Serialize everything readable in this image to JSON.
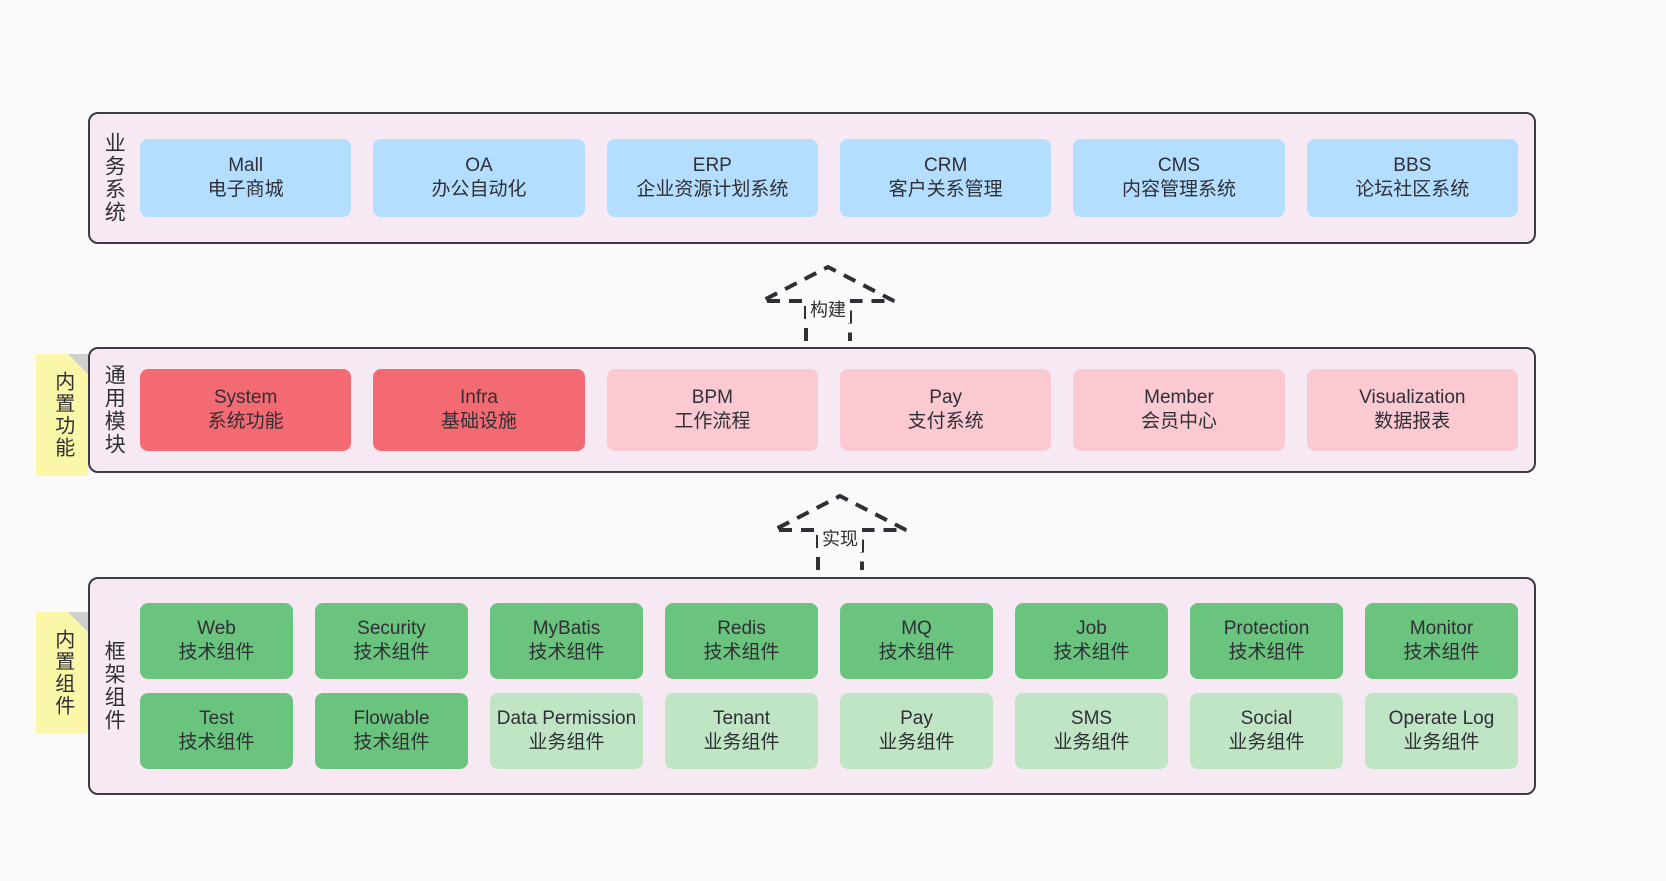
{
  "diagram": {
    "background": "#fafafa",
    "panel_bg": "#f7e9f4",
    "panel_border": "#3c3c44",
    "note_bg": "#fbf7a8",
    "colors": {
      "business": "#b3deff",
      "module_strong": "#f46a72",
      "module_soft": "#fbc9d2",
      "framework_tech": "#6ac47e",
      "framework_biz": "#bfe5c4"
    }
  },
  "layers": {
    "business": {
      "title": "业务系统",
      "cards": [
        {
          "en": "Mall",
          "cn": "电子商城"
        },
        {
          "en": "OA",
          "cn": "办公自动化"
        },
        {
          "en": "ERP",
          "cn": "企业资源计划系统"
        },
        {
          "en": "CRM",
          "cn": "客户关系管理"
        },
        {
          "en": "CMS",
          "cn": "内容管理系统"
        },
        {
          "en": "BBS",
          "cn": "论坛社区系统"
        }
      ]
    },
    "modules": {
      "title": "通用模块",
      "note": "内置功能",
      "cards": [
        {
          "en": "System",
          "cn": "系统功能",
          "tone": "red"
        },
        {
          "en": "Infra",
          "cn": "基础设施",
          "tone": "red"
        },
        {
          "en": "BPM",
          "cn": "工作流程",
          "tone": "pink"
        },
        {
          "en": "Pay",
          "cn": "支付系统",
          "tone": "pink"
        },
        {
          "en": "Member",
          "cn": "会员中心",
          "tone": "pink"
        },
        {
          "en": "Visualization",
          "cn": "数据报表",
          "tone": "pink"
        }
      ]
    },
    "framework": {
      "title": "框架组件",
      "note": "内置组件",
      "row1": [
        {
          "en": "Web",
          "cn": "技术组件"
        },
        {
          "en": "Security",
          "cn": "技术组件"
        },
        {
          "en": "MyBatis",
          "cn": "技术组件"
        },
        {
          "en": "Redis",
          "cn": "技术组件"
        },
        {
          "en": "MQ",
          "cn": "技术组件"
        },
        {
          "en": "Job",
          "cn": "技术组件"
        },
        {
          "en": "Protection",
          "cn": "技术组件"
        },
        {
          "en": "Monitor",
          "cn": "技术组件"
        }
      ],
      "row2": [
        {
          "en": "Test",
          "cn": "技术组件",
          "tone": "green"
        },
        {
          "en": "Flowable",
          "cn": "技术组件",
          "tone": "green"
        },
        {
          "en": "Data Permission",
          "cn": "业务组件",
          "tone": "lightgreen"
        },
        {
          "en": "Tenant",
          "cn": "业务组件",
          "tone": "lightgreen"
        },
        {
          "en": "Pay",
          "cn": "业务组件",
          "tone": "lightgreen"
        },
        {
          "en": "SMS",
          "cn": "业务组件",
          "tone": "lightgreen"
        },
        {
          "en": "Social",
          "cn": "业务组件",
          "tone": "lightgreen"
        },
        {
          "en": "Operate Log",
          "cn": "业务组件",
          "tone": "lightgreen"
        }
      ]
    }
  },
  "arrows": [
    {
      "label": "构建"
    },
    {
      "label": "实现"
    }
  ]
}
